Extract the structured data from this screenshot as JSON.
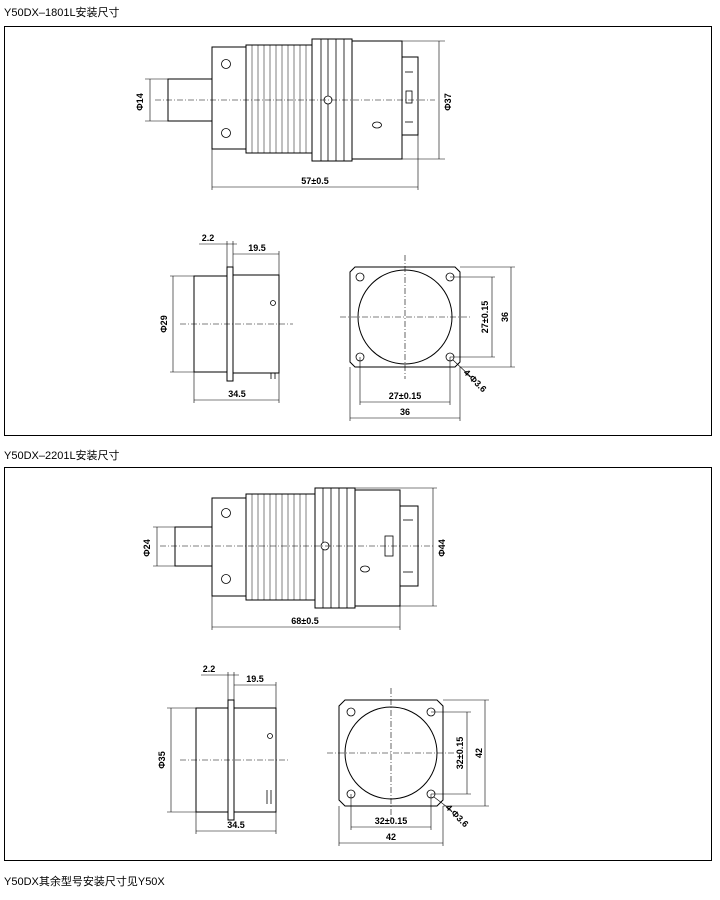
{
  "section1": {
    "title": "Y50DX–1801L安装尺寸",
    "dims": {
      "front_dia": "Φ14",
      "shell_dia": "Φ37",
      "length": "57±0.5",
      "flange_thk": "2.2",
      "flange_to_end": "19.5",
      "body_dia": "Φ29",
      "rear_len": "34.5",
      "hole_spacing_v": "27±0.15",
      "flange_size_v": "36",
      "hole_spacing_h": "27±0.15",
      "flange_size_h": "36",
      "holes": "4-Φ3.6"
    }
  },
  "section2": {
    "title": "Y50DX–2201L安装尺寸",
    "dims": {
      "front_dia": "Φ24",
      "shell_dia": "Φ44",
      "length": "68±0.5",
      "flange_thk": "2.2",
      "flange_to_end": "19.5",
      "body_dia": "Φ35",
      "rear_len": "34.5",
      "hole_spacing_v": "32±0.15",
      "flange_size_v": "42",
      "hole_spacing_h": "32±0.15",
      "flange_size_h": "42",
      "holes": "4-Φ3.6"
    }
  },
  "footer": {
    "note": "Y50DX其余型号安装尺寸见Y50X"
  }
}
